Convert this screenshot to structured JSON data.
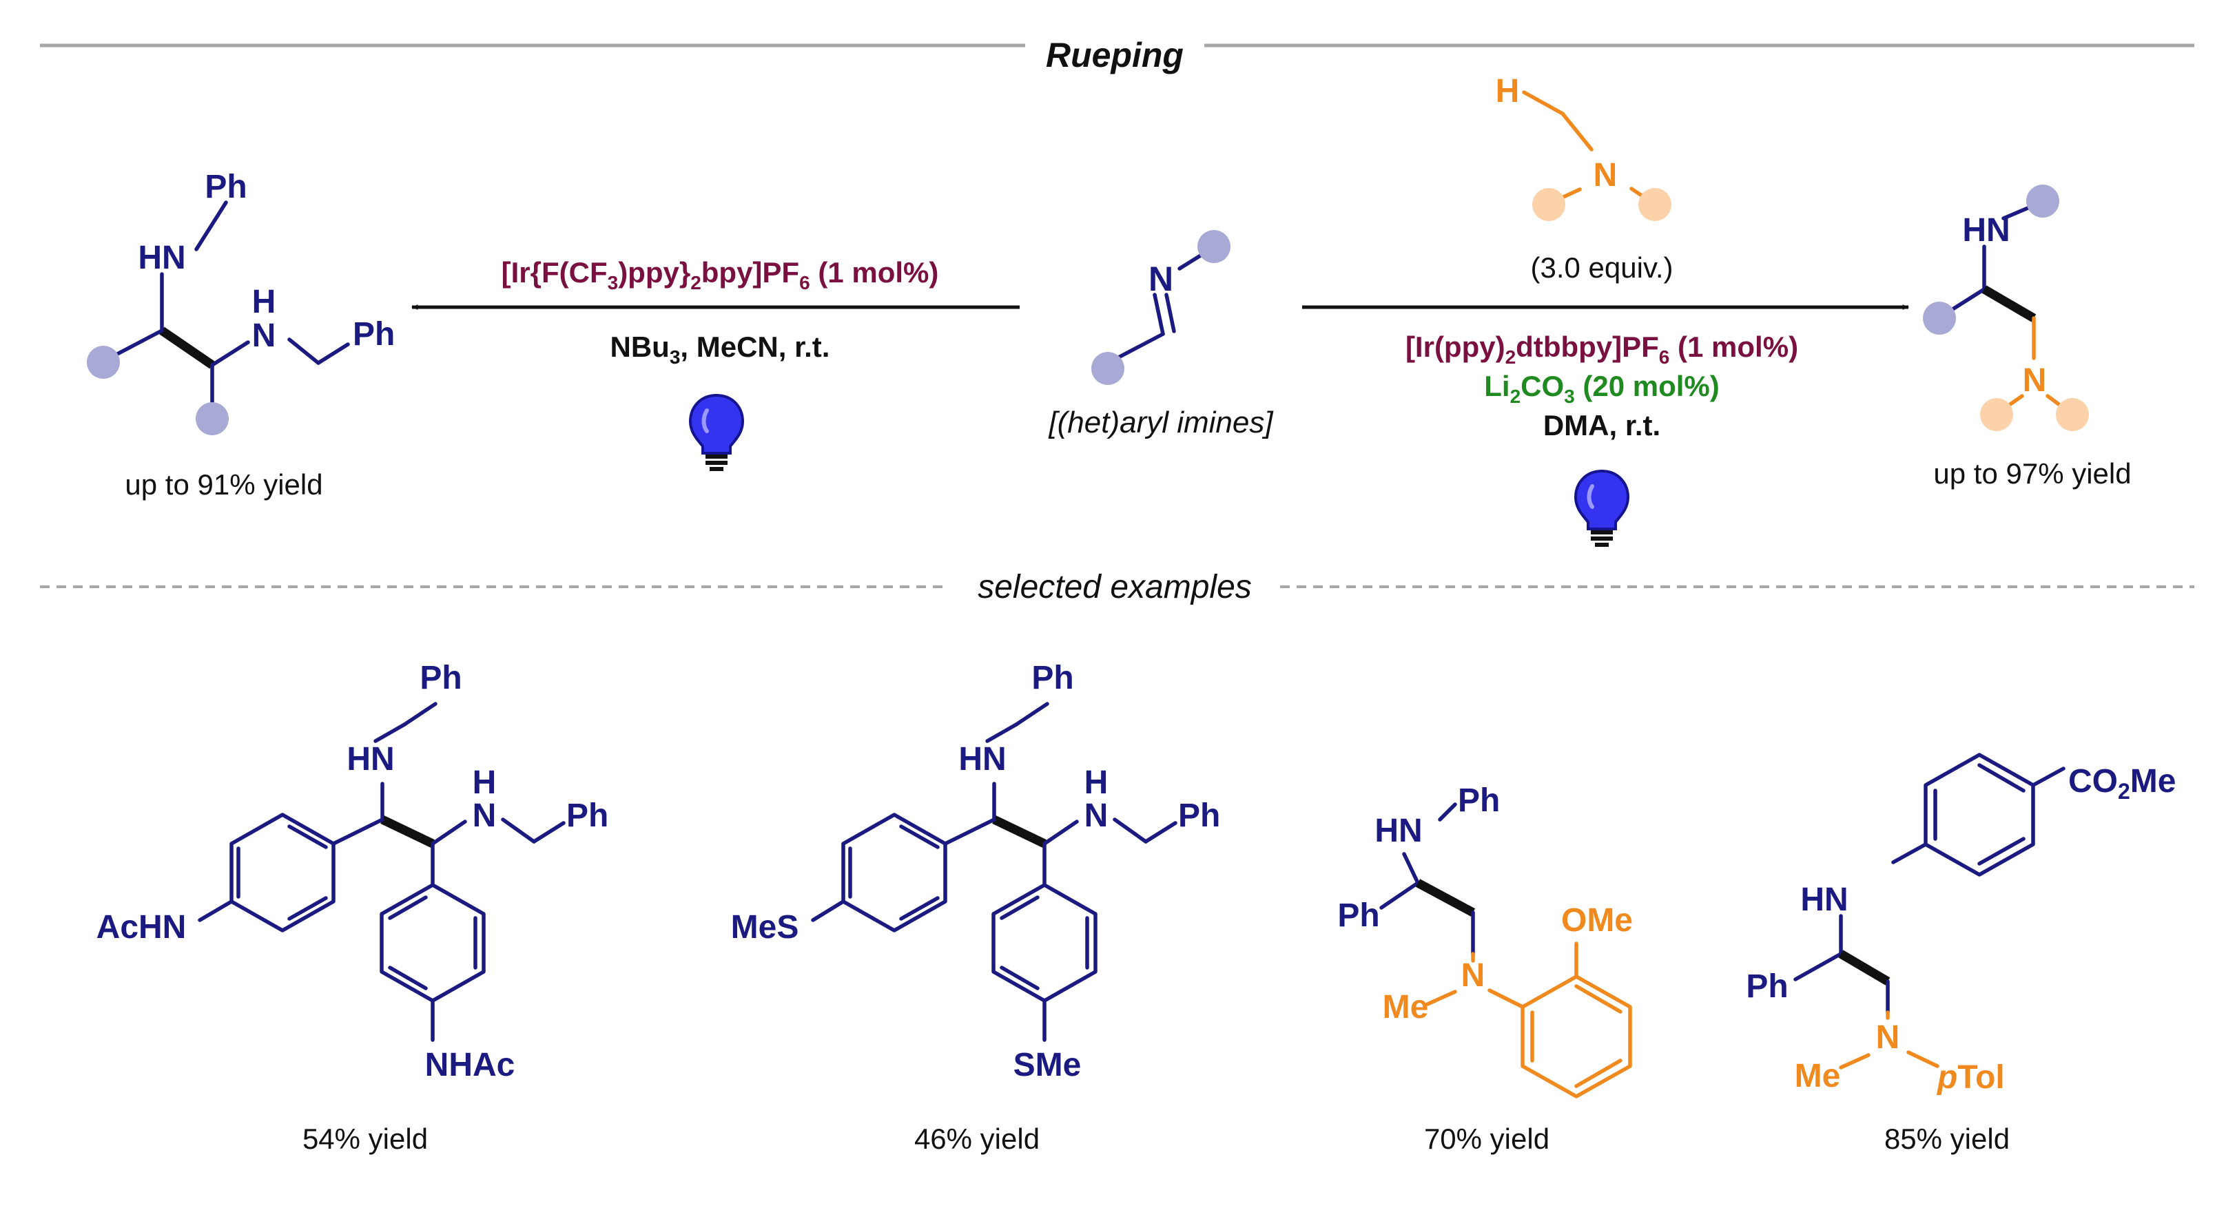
{
  "header": {
    "title": "Rueping",
    "section_label": "selected examples"
  },
  "colors": {
    "scaffold": "#1a1a80",
    "amine": "#f08a1f",
    "catalyst": "#7a1040",
    "base": "#1f8a1f",
    "substituent_dot": "#a9a9d6",
    "amine_dot": "#fbd2aa",
    "bulb": "#3434f0"
  },
  "center": {
    "label": "[(het)aryl imines]",
    "atom_n": "N"
  },
  "left_reaction": {
    "catalyst": {
      "prefix": "[Ir{F(CF",
      "sub1": "3",
      "mid": ")ppy}",
      "sub2": "2",
      "suffix": "bpy]PF",
      "sub3": "6",
      "tail": " (1 mol%)"
    },
    "conditions": {
      "prefix": "NBu",
      "sub": "3",
      "suffix": ", MeCN, r.t."
    },
    "product_labels": {
      "ph_top": "Ph",
      "hn": "HN",
      "h": "H",
      "n": "N",
      "ph_right": "Ph"
    },
    "yield": "up to 91% yield",
    "bulb_icon": "light-bulb-icon"
  },
  "right_reaction": {
    "reagent_atoms": {
      "h": "H",
      "n": "N"
    },
    "reagent_equiv": "(3.0 equiv.)",
    "catalyst": {
      "prefix": "[Ir(ppy)",
      "sub1": "2",
      "mid": "dtbbpy]PF",
      "sub2": "6",
      "tail": " (1 mol%)"
    },
    "base": {
      "prefix": "Li",
      "sub1": "2",
      "mid": "CO",
      "sub2": "3",
      "tail": " (20 mol%)"
    },
    "solvent": "DMA, r.t.",
    "product_labels": {
      "hn": "HN",
      "n": "N"
    },
    "yield": "up to 97% yield",
    "bulb_icon": "light-bulb-icon"
  },
  "examples": [
    {
      "yield": "54% yield",
      "labels": {
        "ph_top": "Ph",
        "hn": "HN",
        "h": "H",
        "n": "N",
        "ph_right": "Ph",
        "left_sub": "AcHN",
        "bottom_sub": "NHAc"
      }
    },
    {
      "yield": "46% yield",
      "labels": {
        "ph_top": "Ph",
        "hn": "HN",
        "h": "H",
        "n": "N",
        "ph_right": "Ph",
        "left_sub": "MeS",
        "bottom_sub": "SMe"
      }
    },
    {
      "yield": "70% yield",
      "labels": {
        "hn": "HN",
        "ph_n": "Ph",
        "ph_c": "Ph",
        "n": "N",
        "me": "Me",
        "ome": "OMe"
      }
    },
    {
      "yield": "85% yield",
      "labels": {
        "co2me_pre": "CO",
        "co2me_sub": "2",
        "co2me_post": "Me",
        "hn": "HN",
        "ph": "Ph",
        "n": "N",
        "me": "Me",
        "ptol_p": "p",
        "ptol_rest": "Tol"
      }
    }
  ]
}
